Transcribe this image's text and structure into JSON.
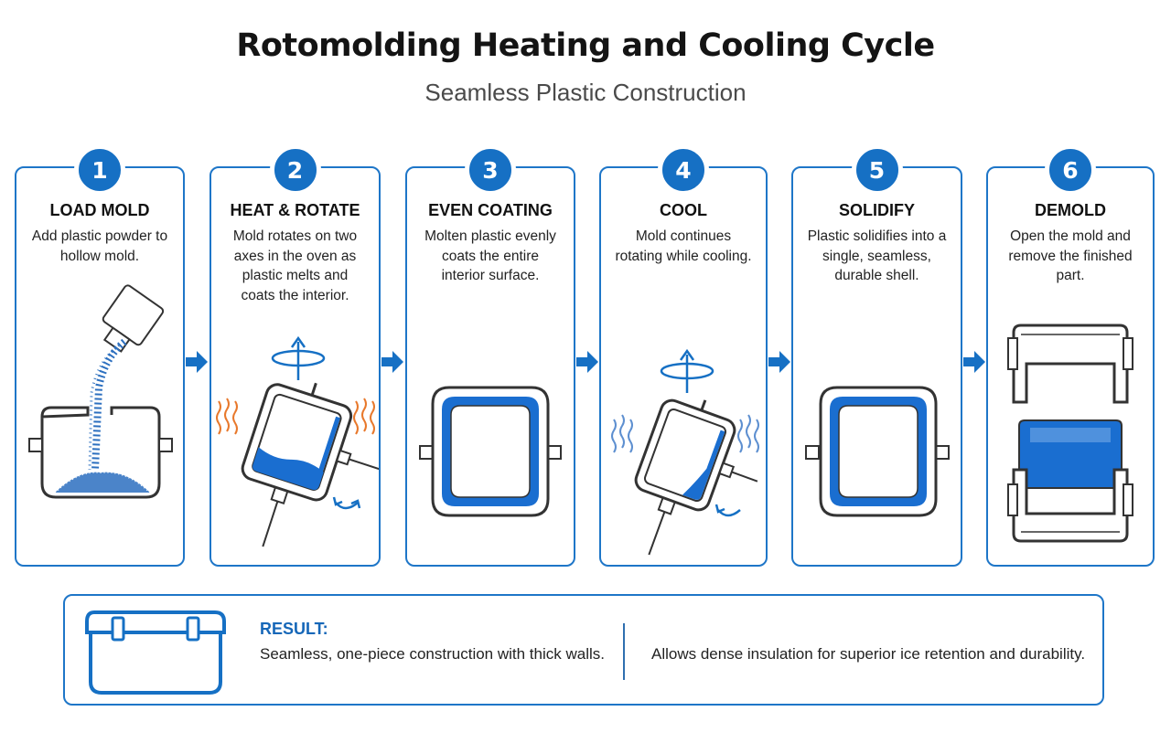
{
  "title": "Rotomolding Heating and Cooling Cycle",
  "subtitle": "Seamless Plastic Construction",
  "colors": {
    "accent": "#1670c4",
    "plastic": "#1a6ed0",
    "heat": "#e8782b",
    "cool": "#5d8fd0"
  },
  "steps": [
    {
      "number": "1",
      "title": "LOAD MOLD",
      "description": "Add plastic powder to hollow mold.",
      "icon": "powder-pour-mold-icon"
    },
    {
      "number": "2",
      "title": "HEAT & ROTATE",
      "description": "Mold rotates on two axes in the oven as plastic melts and coats the interior.",
      "icon": "heated-rotating-mold-icon"
    },
    {
      "number": "3",
      "title": "EVEN COATING",
      "description": "Molten plastic evenly coats the entire interior surface.",
      "icon": "coated-mold-icon"
    },
    {
      "number": "4",
      "title": "COOL",
      "description": "Mold continues rotating while cooling.",
      "icon": "cooling-rotating-mold-icon"
    },
    {
      "number": "5",
      "title": "SOLIDIFY",
      "description": "Plastic solidifies into a single, seamless, durable shell.",
      "icon": "solid-shell-icon"
    },
    {
      "number": "6",
      "title": "DEMOLD",
      "description": "Open the mold and remove the finished part.",
      "icon": "open-mold-part-icon"
    }
  ],
  "result": {
    "label": "RESULT:",
    "text1": "Seamless, one-piece construction with thick walls.",
    "text2": "Allows dense insulation for superior ice retention and durability.",
    "icon": "cooler-icon"
  }
}
